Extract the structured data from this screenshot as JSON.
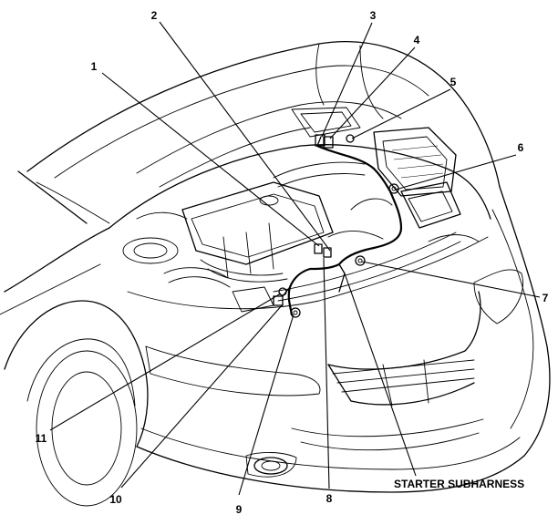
{
  "callouts": [
    {
      "id": "1",
      "label": "1"
    },
    {
      "id": "2",
      "label": "2"
    },
    {
      "id": "3",
      "label": "3"
    },
    {
      "id": "4",
      "label": "4"
    },
    {
      "id": "5",
      "label": "5"
    },
    {
      "id": "6",
      "label": "6"
    },
    {
      "id": "7",
      "label": "7"
    },
    {
      "id": "8",
      "label": "8"
    },
    {
      "id": "9",
      "label": "9"
    },
    {
      "id": "10",
      "label": "10"
    },
    {
      "id": "11",
      "label": "11"
    }
  ],
  "harness_label": "STARTER SUBHARNESS"
}
